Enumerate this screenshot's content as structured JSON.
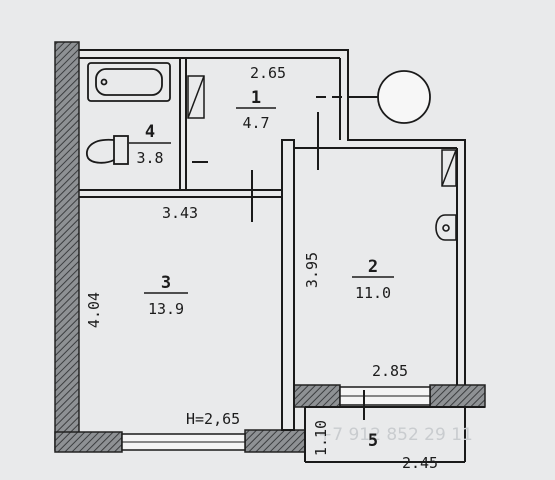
{
  "rooms": [
    {
      "number": "1",
      "area": "4.7"
    },
    {
      "number": "2",
      "area": "11.0"
    },
    {
      "number": "3",
      "area": "13.9"
    },
    {
      "number": "4",
      "area": "3.8"
    },
    {
      "number": "5"
    }
  ],
  "dimensions": {
    "corridor_width": "2.65",
    "room3_width": "3.43",
    "room3_depth": "4.04",
    "room2_depth": "3.95",
    "room2_width": "2.85",
    "balcony_depth": "1.10",
    "balcony_width": "2.45"
  },
  "ceiling_height": "H=2,65",
  "watermark": "+7 912 852 29 11"
}
